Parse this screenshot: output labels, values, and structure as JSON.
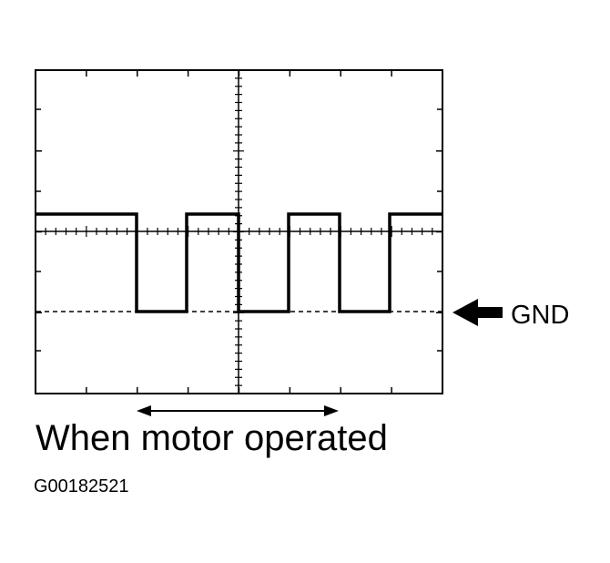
{
  "labels": {
    "gnd": "GND",
    "caption": "When motor operated",
    "figure_id": "G00182521"
  },
  "waveform": {
    "type": "square-wave",
    "levels": [
      "high",
      "low",
      "high",
      "low",
      "high",
      "low",
      "high"
    ]
  }
}
